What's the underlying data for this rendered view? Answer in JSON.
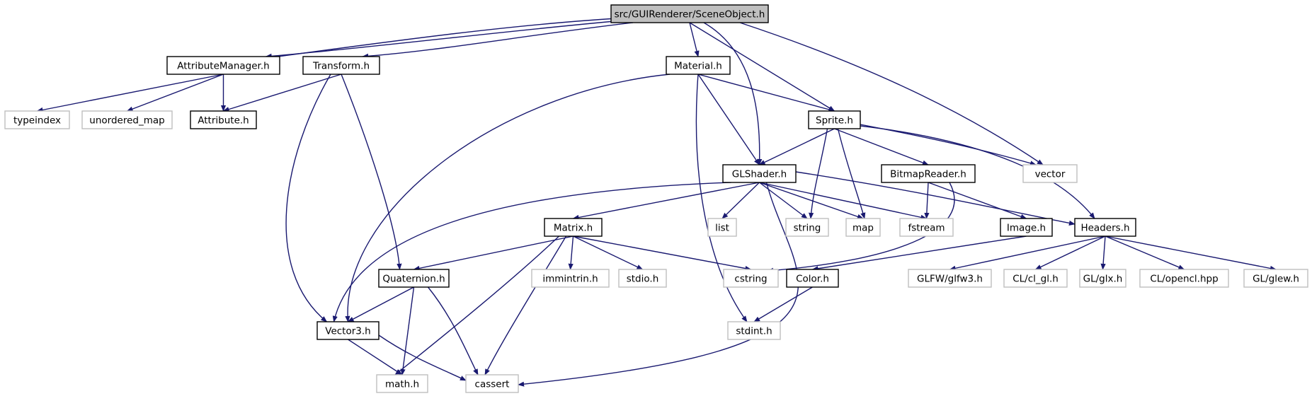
{
  "diagram": {
    "colors": {
      "edge": "#191970",
      "node_border": "#000000",
      "external_border": "#bfbfbf",
      "root_fill": "#bfbfbf",
      "node_fill": "#ffffff"
    },
    "nodes": [
      {
        "id": "root",
        "label": "src/GUIRenderer/SceneObject.h",
        "kind": "root"
      },
      {
        "id": "attrmgr",
        "label": "AttributeManager.h",
        "kind": "documented"
      },
      {
        "id": "transform",
        "label": "Transform.h",
        "kind": "documented"
      },
      {
        "id": "material",
        "label": "Material.h",
        "kind": "documented"
      },
      {
        "id": "typeindex",
        "label": "typeindex",
        "kind": "external"
      },
      {
        "id": "unordered_map",
        "label": "unordered_map",
        "kind": "external"
      },
      {
        "id": "attribute",
        "label": "Attribute.h",
        "kind": "documented"
      },
      {
        "id": "sprite",
        "label": "Sprite.h",
        "kind": "documented"
      },
      {
        "id": "glshader",
        "label": "GLShader.h",
        "kind": "documented"
      },
      {
        "id": "bitmapreader",
        "label": "BitmapReader.h",
        "kind": "documented"
      },
      {
        "id": "vector",
        "label": "vector",
        "kind": "external"
      },
      {
        "id": "matrix",
        "label": "Matrix.h",
        "kind": "documented"
      },
      {
        "id": "list",
        "label": "list",
        "kind": "external"
      },
      {
        "id": "string",
        "label": "string",
        "kind": "external"
      },
      {
        "id": "map",
        "label": "map",
        "kind": "external"
      },
      {
        "id": "fstream",
        "label": "fstream",
        "kind": "external"
      },
      {
        "id": "image",
        "label": "Image.h",
        "kind": "documented"
      },
      {
        "id": "headers",
        "label": "Headers.h",
        "kind": "documented"
      },
      {
        "id": "quaternion",
        "label": "Quaternion.h",
        "kind": "documented"
      },
      {
        "id": "immintrin",
        "label": "immintrin.h",
        "kind": "external"
      },
      {
        "id": "stdio",
        "label": "stdio.h",
        "kind": "external"
      },
      {
        "id": "cstring",
        "label": "cstring",
        "kind": "external"
      },
      {
        "id": "color",
        "label": "Color.h",
        "kind": "documented"
      },
      {
        "id": "glfw",
        "label": "GLFW/glfw3.h",
        "kind": "external"
      },
      {
        "id": "clgl",
        "label": "CL/cl_gl.h",
        "kind": "external"
      },
      {
        "id": "glx",
        "label": "GL/glx.h",
        "kind": "external"
      },
      {
        "id": "opencl",
        "label": "CL/opencl.hpp",
        "kind": "external"
      },
      {
        "id": "glew",
        "label": "GL/glew.h",
        "kind": "external"
      },
      {
        "id": "vector3",
        "label": "Vector3.h",
        "kind": "documented"
      },
      {
        "id": "stdint",
        "label": "stdint.h",
        "kind": "external"
      },
      {
        "id": "math",
        "label": "math.h",
        "kind": "external"
      },
      {
        "id": "cassert",
        "label": "cassert",
        "kind": "external"
      }
    ],
    "edges": [
      {
        "from": "root",
        "to": "attrmgr"
      },
      {
        "from": "attrmgr",
        "to": "root"
      },
      {
        "from": "root",
        "to": "transform"
      },
      {
        "from": "root",
        "to": "material"
      },
      {
        "from": "root",
        "to": "glshader"
      },
      {
        "from": "root",
        "to": "sprite"
      },
      {
        "from": "root",
        "to": "vector"
      },
      {
        "from": "attrmgr",
        "to": "typeindex"
      },
      {
        "from": "attrmgr",
        "to": "unordered_map"
      },
      {
        "from": "attrmgr",
        "to": "attribute"
      },
      {
        "from": "transform",
        "to": "attribute"
      },
      {
        "from": "transform",
        "to": "vector3"
      },
      {
        "from": "transform",
        "to": "quaternion"
      },
      {
        "from": "material",
        "to": "vector3"
      },
      {
        "from": "material",
        "to": "stdint"
      },
      {
        "from": "material",
        "to": "glshader"
      },
      {
        "from": "material",
        "to": "sprite"
      },
      {
        "from": "sprite",
        "to": "glshader"
      },
      {
        "from": "sprite",
        "to": "string"
      },
      {
        "from": "sprite",
        "to": "map"
      },
      {
        "from": "sprite",
        "to": "bitmapreader"
      },
      {
        "from": "sprite",
        "to": "vector"
      },
      {
        "from": "sprite",
        "to": "headers"
      },
      {
        "from": "glshader",
        "to": "vector3"
      },
      {
        "from": "glshader",
        "to": "matrix"
      },
      {
        "from": "glshader",
        "to": "list"
      },
      {
        "from": "glshader",
        "to": "string"
      },
      {
        "from": "glshader",
        "to": "map"
      },
      {
        "from": "glshader",
        "to": "fstream"
      },
      {
        "from": "glshader",
        "to": "headers"
      },
      {
        "from": "glshader",
        "to": "cassert"
      },
      {
        "from": "bitmapreader",
        "to": "fstream"
      },
      {
        "from": "bitmapreader",
        "to": "image"
      },
      {
        "from": "bitmapreader",
        "to": "cstring"
      },
      {
        "from": "image",
        "to": "color"
      },
      {
        "from": "matrix",
        "to": "quaternion"
      },
      {
        "from": "matrix",
        "to": "immintrin"
      },
      {
        "from": "matrix",
        "to": "stdio"
      },
      {
        "from": "matrix",
        "to": "cstring"
      },
      {
        "from": "matrix",
        "to": "math"
      },
      {
        "from": "matrix",
        "to": "cassert"
      },
      {
        "from": "headers",
        "to": "glfw"
      },
      {
        "from": "headers",
        "to": "clgl"
      },
      {
        "from": "headers",
        "to": "glx"
      },
      {
        "from": "headers",
        "to": "opencl"
      },
      {
        "from": "headers",
        "to": "glew"
      },
      {
        "from": "quaternion",
        "to": "vector3"
      },
      {
        "from": "quaternion",
        "to": "math"
      },
      {
        "from": "quaternion",
        "to": "cassert"
      },
      {
        "from": "color",
        "to": "stdint"
      },
      {
        "from": "vector3",
        "to": "math"
      },
      {
        "from": "vector3",
        "to": "cassert"
      }
    ]
  }
}
